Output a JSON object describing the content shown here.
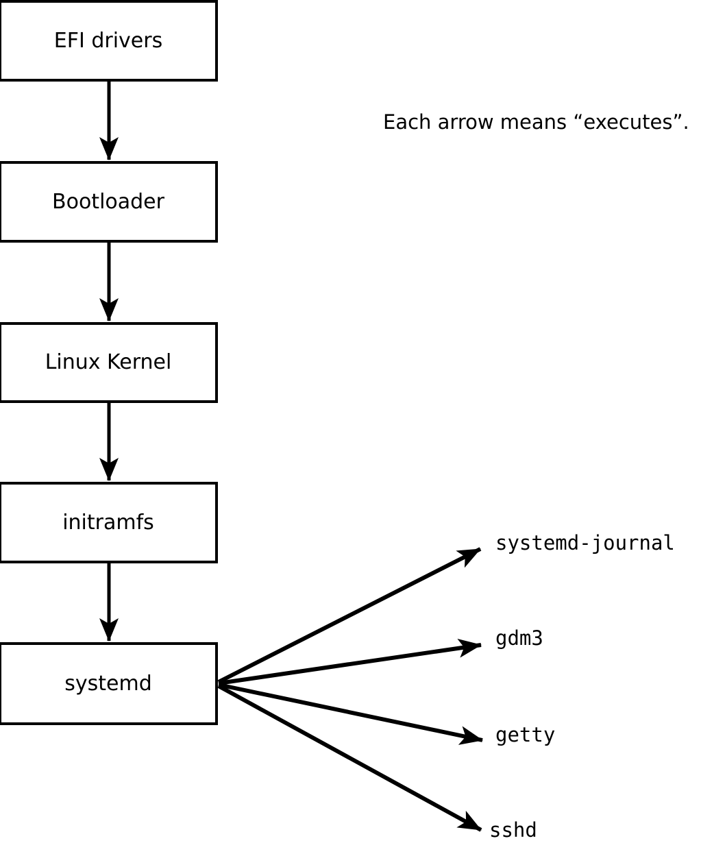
{
  "diagram": {
    "annotation": "Each arrow means “executes”.",
    "boot_chain": [
      {
        "label": "EFI drivers"
      },
      {
        "label": "Bootloader"
      },
      {
        "label": "Linux Kernel"
      },
      {
        "label": "initramfs"
      },
      {
        "label": "systemd"
      }
    ],
    "spawned_processes": [
      {
        "label": "systemd-journal"
      },
      {
        "label": "gdm3"
      },
      {
        "label": "getty"
      },
      {
        "label": "sshd"
      }
    ],
    "arrow_meaning": "executes",
    "colors": {
      "line": "#000000",
      "background": "#ffffff",
      "text": "#000000"
    }
  }
}
